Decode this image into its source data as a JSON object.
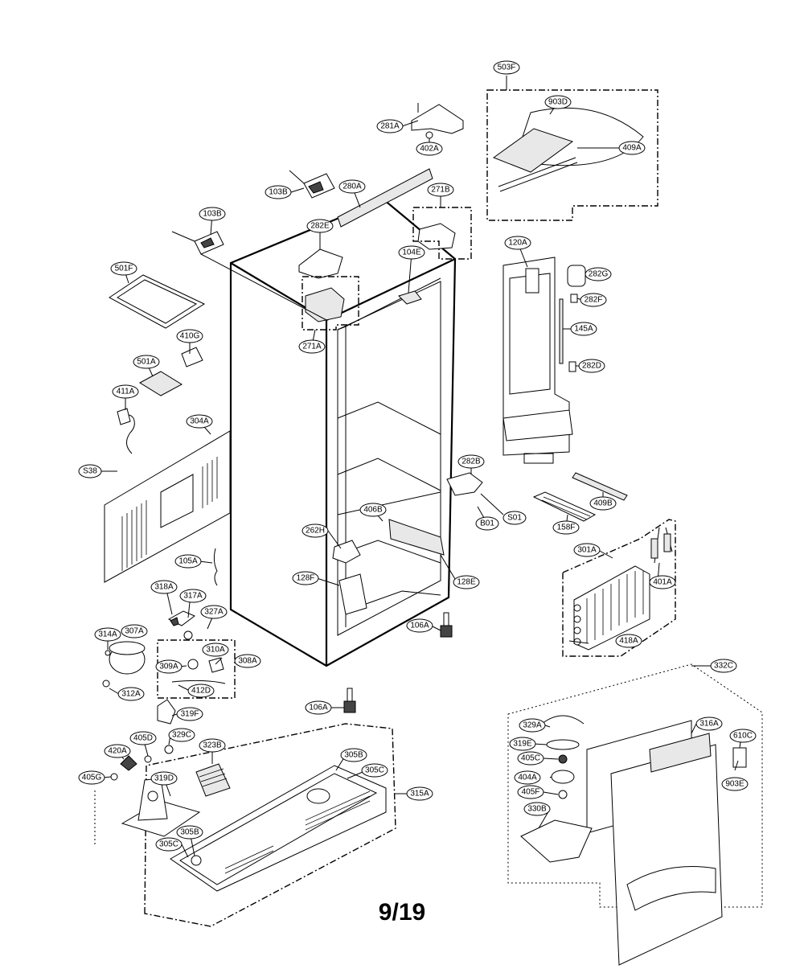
{
  "page_number": "9/19",
  "callouts": [
    "503F",
    "903D",
    "281A",
    "402A",
    "409A",
    "103B",
    "280A",
    "271B",
    "103B",
    "282E",
    "104E",
    "501F",
    "271A",
    "120A",
    "282G",
    "282F",
    "145A",
    "410G",
    "282D",
    "501A",
    "411A",
    "304A",
    "S38",
    "282B",
    "S01",
    "B01",
    "409B",
    "406B",
    "262H",
    "158F",
    "105A",
    "301A",
    "128E",
    "401A",
    "128F",
    "318A",
    "317A",
    "327A",
    "106A",
    "314A",
    "307A",
    "310A",
    "309A",
    "308A",
    "418A",
    "412D",
    "312A",
    "332C",
    "319F",
    "106A",
    "329A",
    "316A",
    "610C",
    "405D",
    "329C",
    "319E",
    "323B",
    "420A",
    "305B",
    "405C",
    "305C",
    "405G",
    "319D",
    "404A",
    "903E",
    "315A",
    "405F",
    "330B",
    "305B",
    "305C"
  ]
}
